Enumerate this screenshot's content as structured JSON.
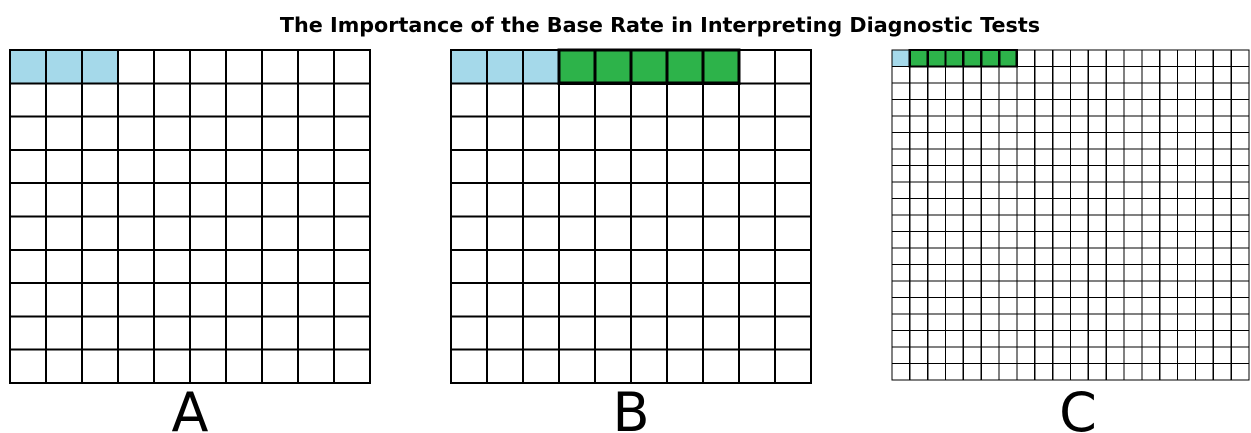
{
  "title": "The Importance of the Base Rate in Interpreting Diagnostic Tests",
  "colors": {
    "grid_line": "#000000",
    "empty": "#ffffff"
  },
  "panels": [
    {
      "label": "A",
      "rows": 10,
      "cols": 10,
      "fills": [
        {
          "color": "#a5d9ea",
          "count": 3
        }
      ]
    },
    {
      "label": "B",
      "rows": 10,
      "cols": 10,
      "fills": [
        {
          "color": "#a5d9ea",
          "count": 3
        },
        {
          "color": "#2db34a",
          "count": 5
        }
      ]
    },
    {
      "label": "C",
      "rows": 20,
      "cols": 20,
      "fills": [
        {
          "color": "#a5d9ea",
          "count": 1
        },
        {
          "color": "#2db34a",
          "count": 6
        }
      ]
    }
  ]
}
